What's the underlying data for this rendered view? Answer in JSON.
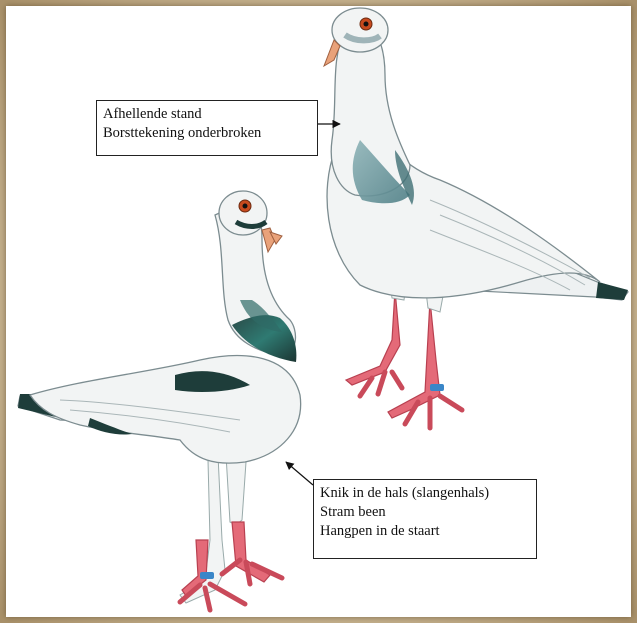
{
  "callouts": {
    "top": {
      "lines": [
        "Afhellende stand",
        "Borsttekening onderbroken"
      ]
    },
    "bottom": {
      "lines": [
        "Knik in de hals (slangenhals)",
        "Stram been",
        "Hangpen in de staart"
      ]
    }
  },
  "colors": {
    "frame": "#c4b08d",
    "plumage": "#f2f4f4",
    "dark_bar": "#1e3d3a",
    "neck_sheen": "#2f6b66",
    "beak": "#e9a27a",
    "legs": "#e46a78",
    "ring": "#3a86c8",
    "eye": "#c84a1e"
  }
}
